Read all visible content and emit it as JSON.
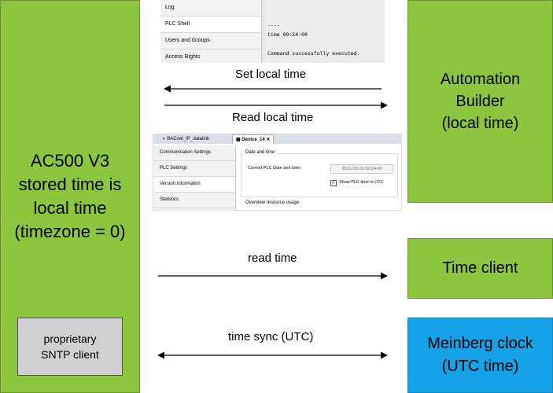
{
  "ac500": {
    "text": "AC500 V3\nstored time is\nlocal time\n(timezone = 0)"
  },
  "sntp": {
    "text": "proprietary\nSNTP client"
  },
  "automation_builder": {
    "text": "Automation\nBuilder\n(local time)"
  },
  "time_client": {
    "text": "Time client"
  },
  "meinberg": {
    "text": "Meinberg clock\n(UTC time)"
  },
  "labels": {
    "set_local_time": "Set local time",
    "read_local_time": "Read local time",
    "read_time": "read time",
    "time_sync": "time sync (UTC)"
  },
  "screenshot1": {
    "nav": [
      "Log",
      "PLC Shell",
      "Users and Groups",
      "Access Rights"
    ],
    "terminal": [
      "----",
      "time 09:24:00",
      "",
      "Command successfully executed."
    ]
  },
  "screenshot2": {
    "tabs": [
      "BACnet_IP_datalink",
      "Device_14"
    ],
    "nav": [
      "Communication Settings",
      "PLC Settings",
      "Version Information",
      "Statistics"
    ],
    "group_title": "Date and time",
    "field_label": "Current PLC Date and time:",
    "field_value": "2021-03-19 09:24:49",
    "checkbox_label": "Show PLC time in UTC",
    "section2_title": "Overview resource usage"
  },
  "colors": {
    "green": "#8cc63f",
    "blue": "#16a2e6",
    "gray": "#d0d0d0"
  }
}
